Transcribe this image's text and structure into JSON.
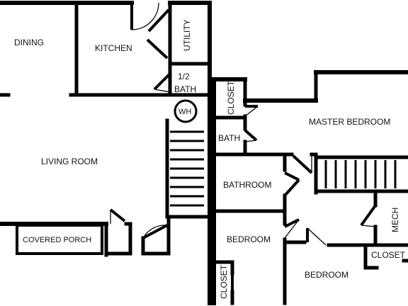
{
  "rooms": {
    "dining": "DINING",
    "kitchen": "KITCHEN",
    "utility": "UTILITY",
    "half_bath_top": "1/2",
    "half_bath_bottom": "BATH",
    "water_heater": "WH",
    "living_room": "LIVING ROOM",
    "covered_porch": "COVERED PORCH",
    "closet_upper": "CLOSET",
    "bath_small": "BATH",
    "master_bedroom": "MASTER BEDROOM",
    "bathroom": "BATHROOM",
    "bedroom_left": "BEDROOM",
    "closet_lower": "CLOSET",
    "mech": "MECH",
    "closet_right": "CLOSET",
    "bedroom_right": "BEDROOM"
  }
}
